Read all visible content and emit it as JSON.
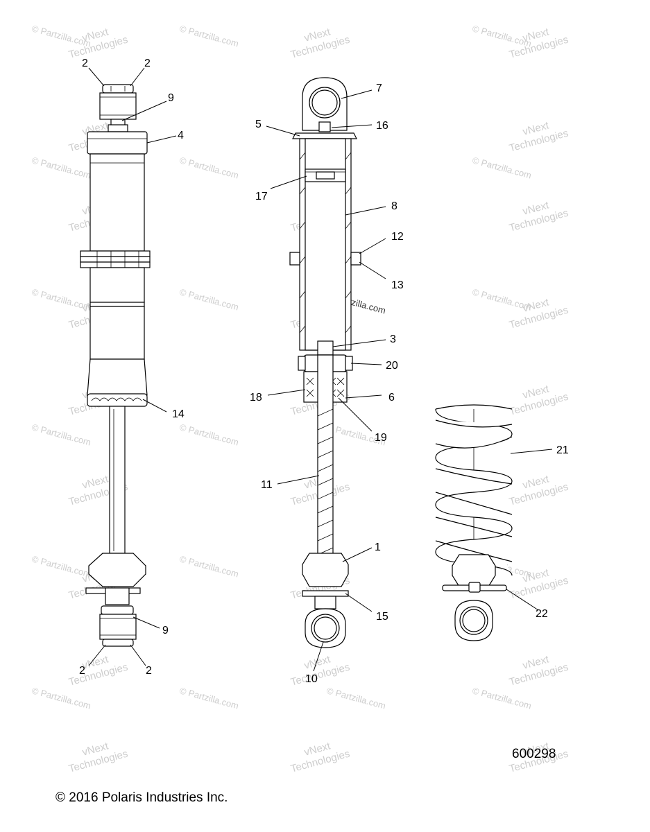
{
  "footer": {
    "copyright": "© 2016 Polaris Industries Inc.",
    "drawing_number": "600298"
  },
  "watermarks": {
    "partzilla": "© Partzilla.com",
    "vnext_line1": "vNext",
    "vnext_line2": "Technologies"
  },
  "callouts": {
    "left_assembly": [
      "2",
      "2",
      "9",
      "4",
      "14",
      "9",
      "2",
      "2"
    ],
    "center_assembly": [
      "7",
      "5",
      "16",
      "17",
      "8",
      "12",
      "13",
      "3",
      "20",
      "18",
      "6",
      "19",
      "11",
      "1",
      "15",
      "10"
    ],
    "spring": [
      "21",
      "22"
    ]
  }
}
